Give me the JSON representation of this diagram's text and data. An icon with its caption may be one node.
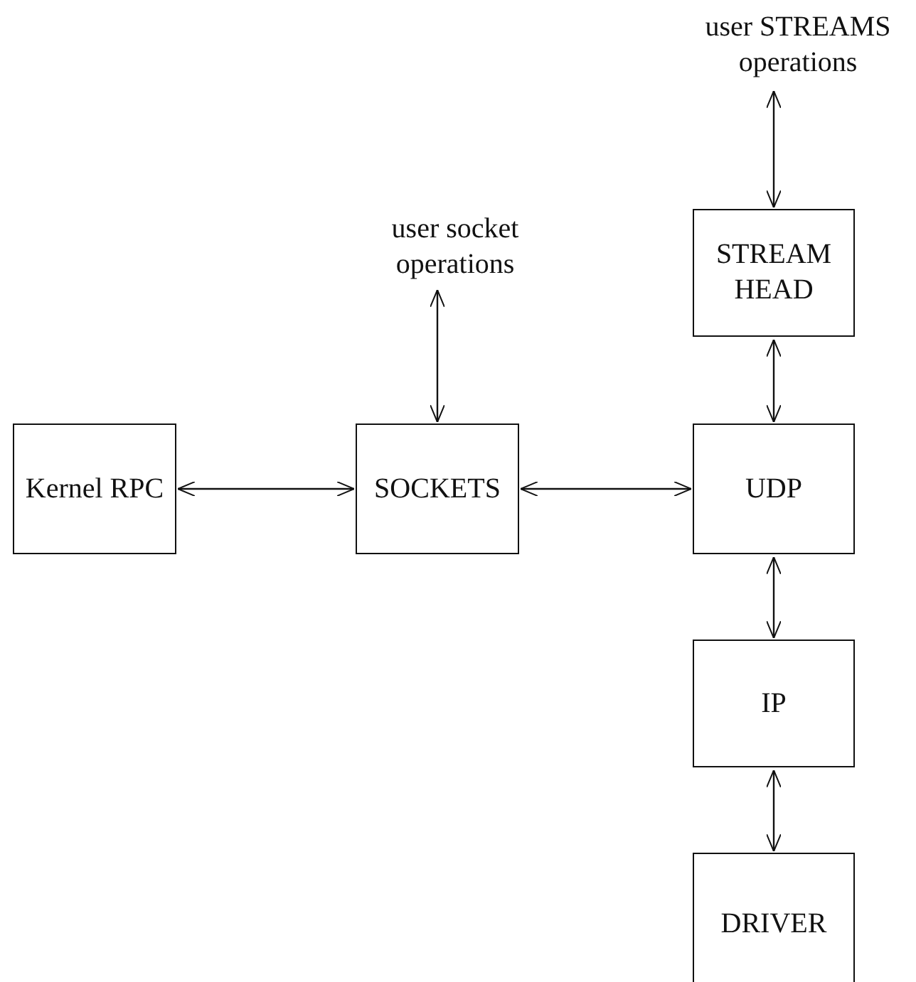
{
  "diagram": {
    "nodes": [
      {
        "text": [
          "user STREAMS operations"
        ]
      },
      {
        "text": [
          "STREAM HEAD"
        ]
      },
      {
        "text": [
          "user socket operations"
        ]
      },
      {
        "text": [
          "Kernel RPC"
        ]
      },
      {
        "text": [
          "SOCKETS"
        ]
      },
      {
        "text": [
          "UDP"
        ]
      },
      {
        "text": [
          "IP"
        ]
      },
      {
        "text": [
          "DRIVER"
        ]
      }
    ],
    "edges": [
      {
        "from": 0,
        "to": 1,
        "arrow": "both"
      },
      {
        "from": 2,
        "to": 4,
        "arrow": "both"
      },
      {
        "from": 3,
        "to": 4,
        "arrow": "both"
      },
      {
        "from": 4,
        "to": 5,
        "arrow": "both"
      },
      {
        "from": 1,
        "to": 5,
        "arrow": "both"
      },
      {
        "from": 5,
        "to": 6,
        "arrow": "both"
      },
      {
        "from": 6,
        "to": 7,
        "arrow": "both"
      }
    ]
  }
}
